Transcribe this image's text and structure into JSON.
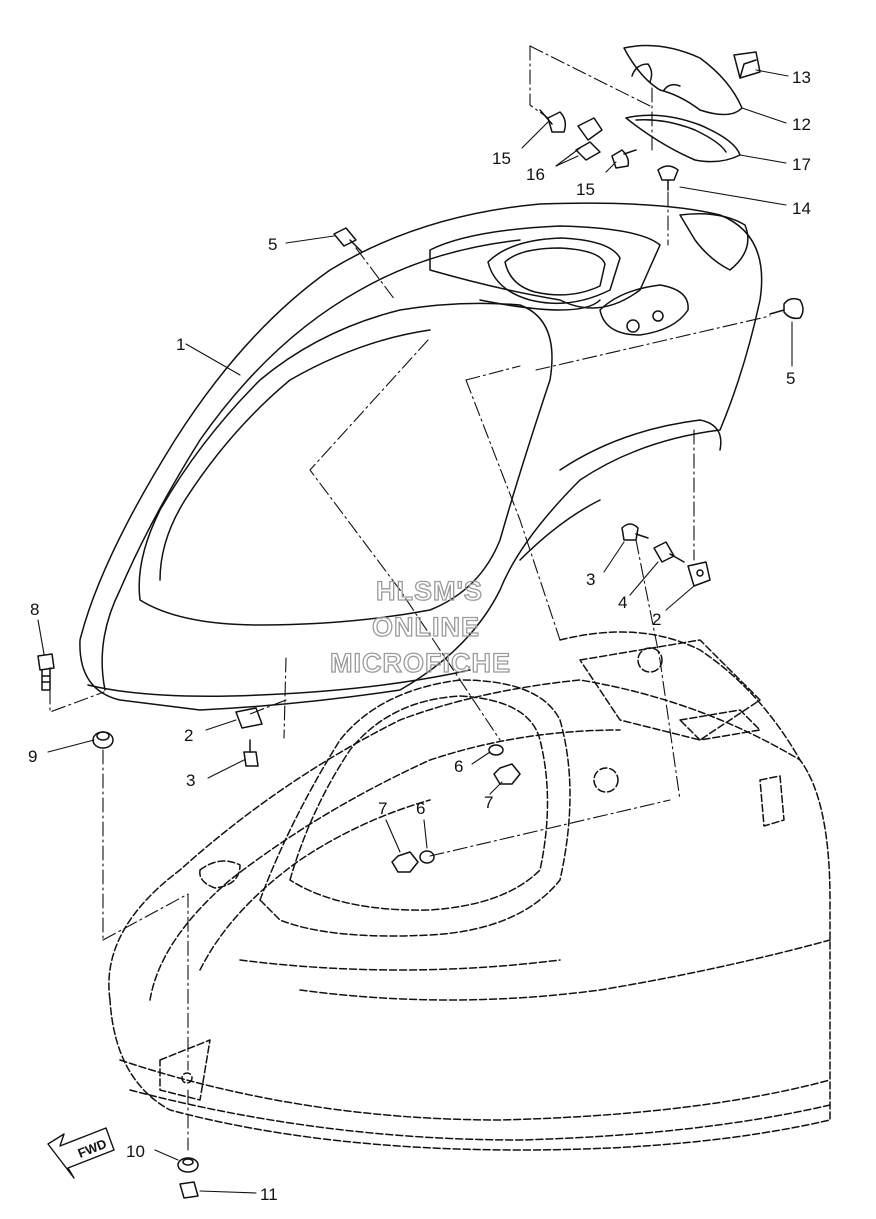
{
  "diagram": {
    "callouts": [
      "1",
      "2",
      "2",
      "3",
      "3",
      "4",
      "5",
      "5",
      "6",
      "6",
      "7",
      "7",
      "8",
      "9",
      "10",
      "11",
      "12",
      "13",
      "14",
      "15",
      "15",
      "16",
      "17"
    ],
    "watermark": [
      "HLSM'S",
      "ONLINE",
      "MICROFICHE"
    ],
    "direction_arrow": "FWD"
  }
}
